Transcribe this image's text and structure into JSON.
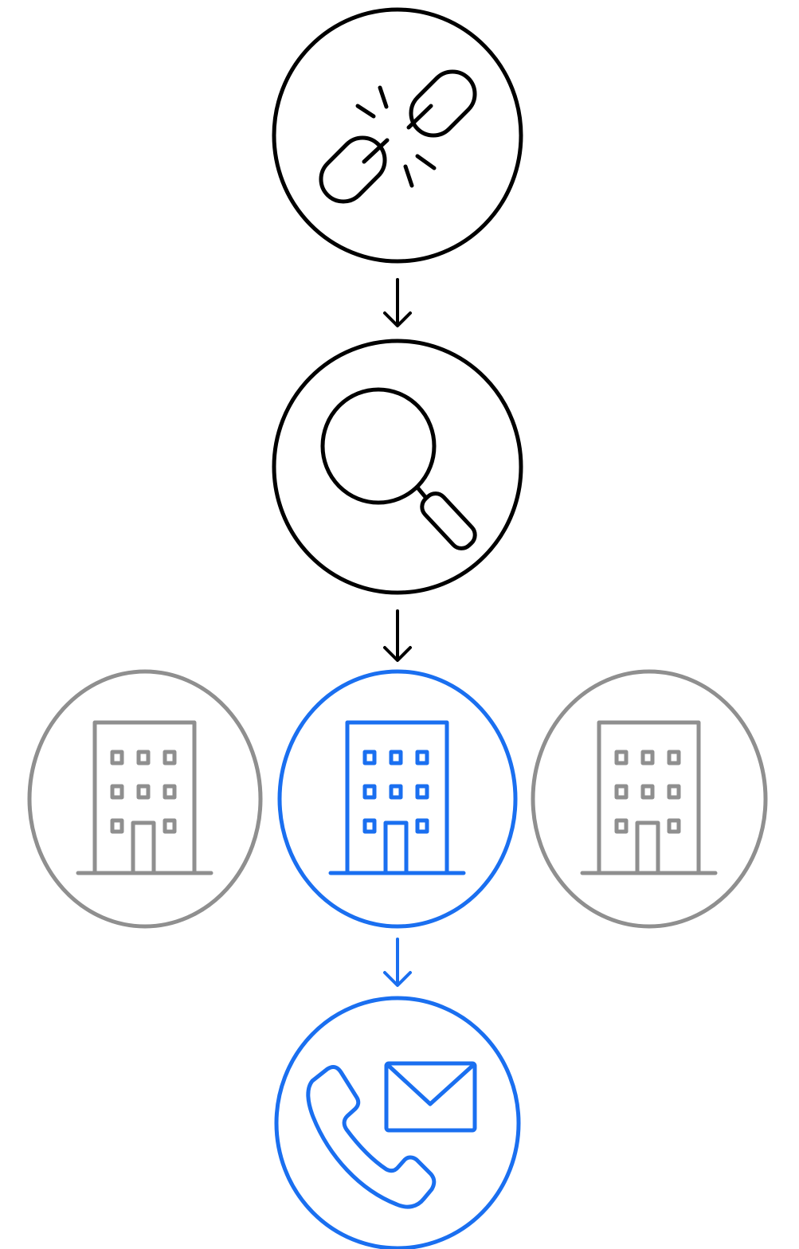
{
  "colors": {
    "primary": "#000000",
    "accent": "#1a6ff0",
    "muted": "#8f8f8f",
    "background": "#ffffff"
  },
  "steps": [
    {
      "icon": "broken-link-icon",
      "color": "primary"
    },
    {
      "icon": "magnifying-glass-icon",
      "color": "primary"
    },
    {
      "icon": "office-building-icon",
      "color": "accent",
      "alternatives": [
        "office-building-icon",
        "office-building-icon"
      ],
      "alternatives_color": "muted"
    },
    {
      "icon": "phone-and-envelope-icon",
      "color": "accent"
    }
  ],
  "connectors": [
    {
      "from": 0,
      "to": 1,
      "color": "primary"
    },
    {
      "from": 1,
      "to": 2,
      "color": "primary"
    },
    {
      "from": 2,
      "to": 3,
      "color": "accent"
    }
  ]
}
